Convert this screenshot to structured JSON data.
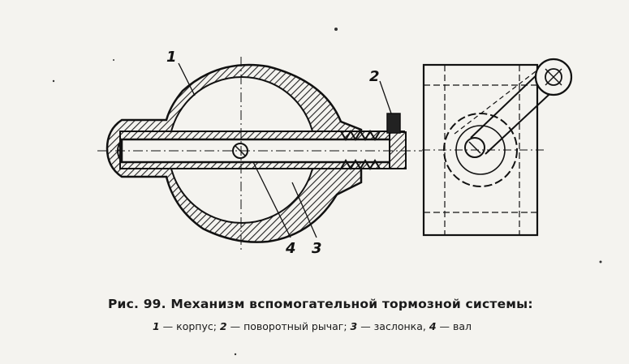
{
  "figure": {
    "callouts": {
      "c1": "1",
      "c2": "2",
      "c3": "3",
      "c4": "4"
    }
  },
  "caption": {
    "title": "Рис. 99. Механизм вспомогательной тормозной системы:",
    "legend": [
      {
        "num": "1",
        "text": " — корпус; "
      },
      {
        "num": "2",
        "text": " — поворотный рычаг; "
      },
      {
        "num": "3",
        "text": " — заслонка, "
      },
      {
        "num": "4",
        "text": " — вал"
      }
    ]
  }
}
